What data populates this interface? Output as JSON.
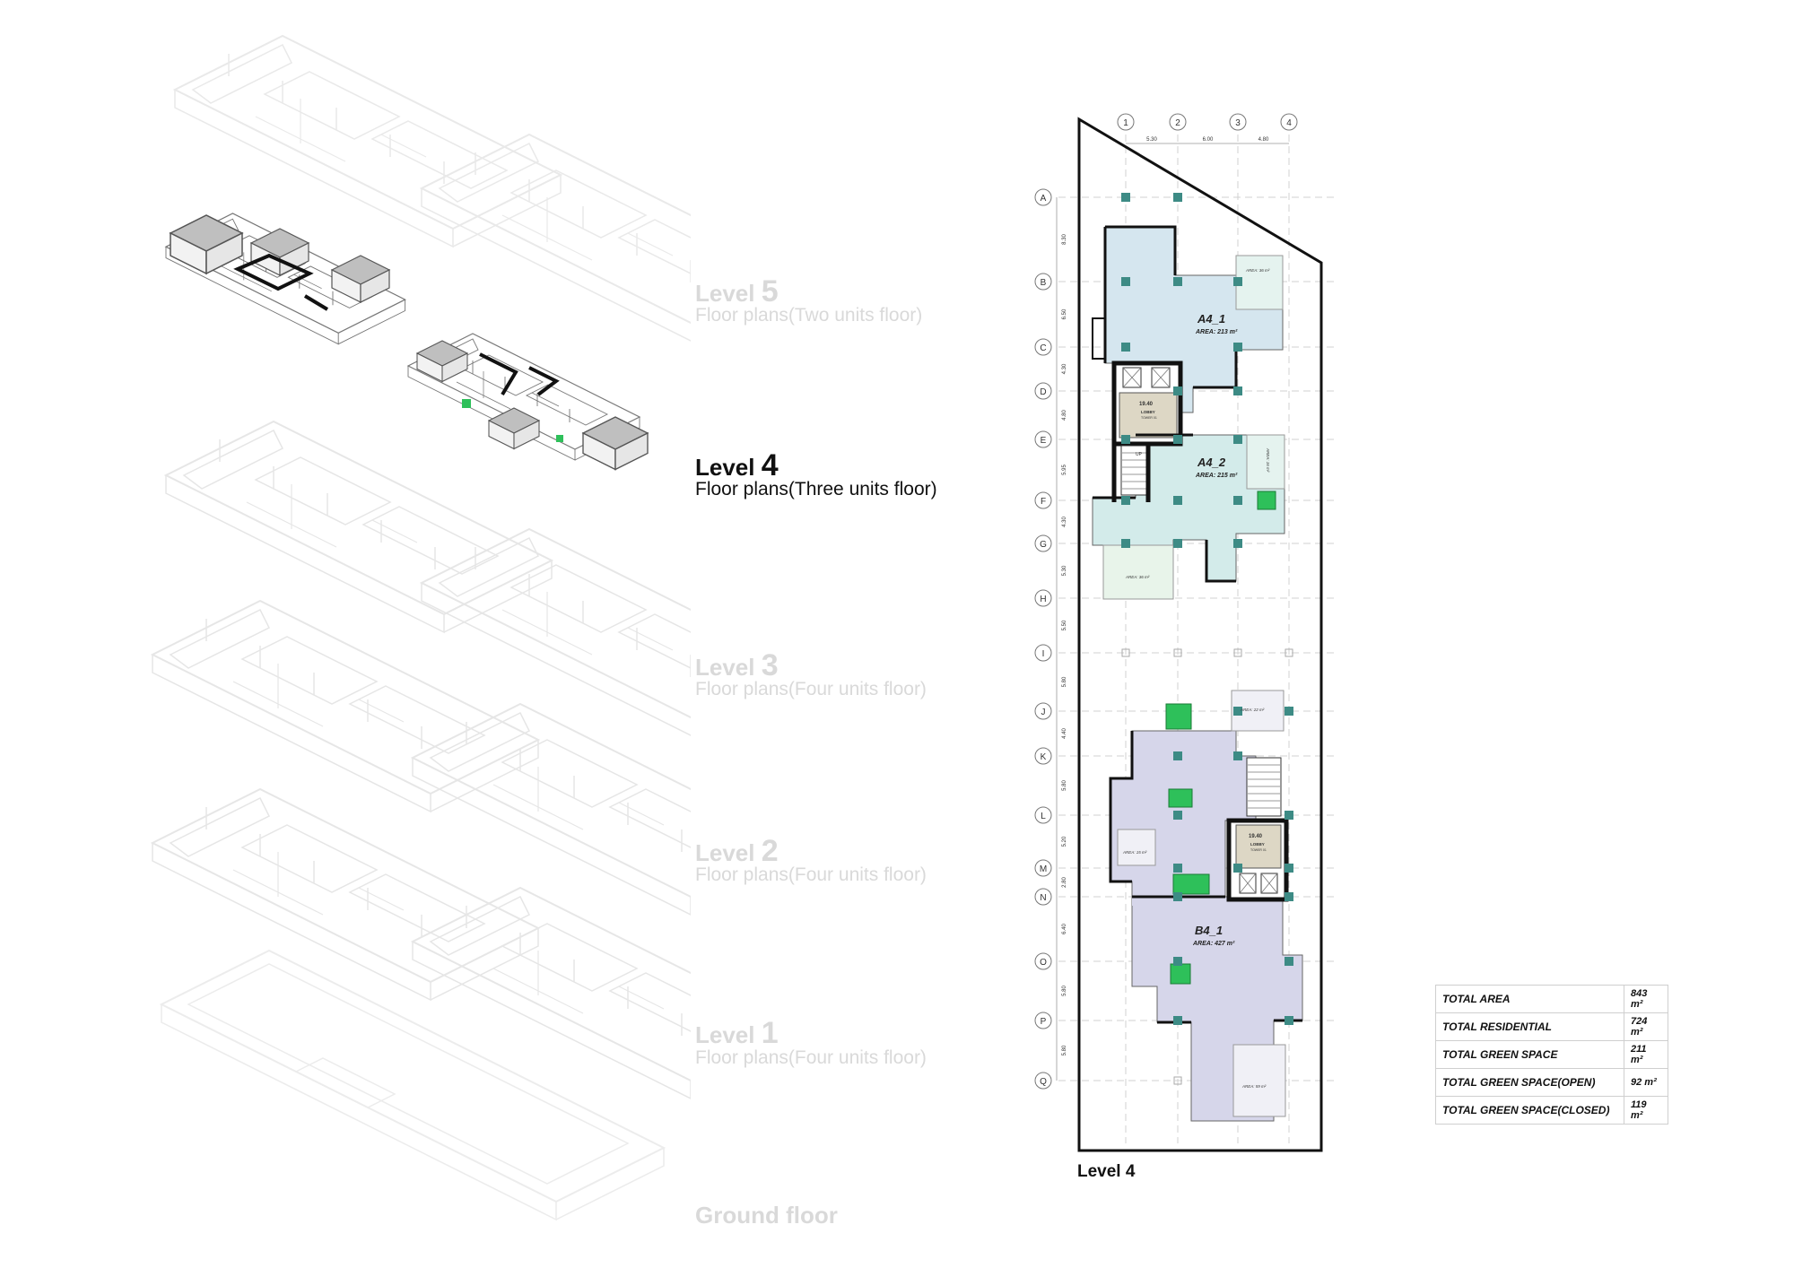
{
  "levels": [
    {
      "id": "level-5",
      "word": "Level",
      "num": "5",
      "subtitle": "Floor plans(Two units floor)",
      "active": false
    },
    {
      "id": "level-4",
      "word": "Level",
      "num": "4",
      "subtitle": "Floor plans(Three units floor)",
      "active": true
    },
    {
      "id": "level-3",
      "word": "Level",
      "num": "3",
      "subtitle": "Floor plans(Four units floor)",
      "active": false
    },
    {
      "id": "level-2",
      "word": "Level",
      "num": "2",
      "subtitle": "Floor plans(Four units floor)",
      "active": false
    },
    {
      "id": "level-1",
      "word": "Level",
      "num": "1",
      "subtitle": "Floor plans(Four units floor)",
      "active": false
    }
  ],
  "ground": {
    "label": "Ground floor"
  },
  "plan": {
    "caption": "Level 4",
    "columns": [
      "1",
      "2",
      "3",
      "4"
    ],
    "column_spacings": [
      "5.30",
      "6.00",
      "4.80"
    ],
    "rows": [
      "A",
      "B",
      "C",
      "D",
      "E",
      "F",
      "G",
      "H",
      "I",
      "J",
      "K",
      "L",
      "M",
      "N",
      "O",
      "P",
      "Q"
    ],
    "row_spacings": [
      "8.30",
      "6.50",
      "4.30",
      "4.80",
      "5.95",
      "4.30",
      "5.30",
      "5.50",
      "5.80",
      "4.40",
      "5.80",
      "5.20",
      "2.80",
      "6.40",
      "5.80",
      "5.80"
    ],
    "units": [
      {
        "name": "A4_1",
        "area": "AREA: 213 m²"
      },
      {
        "name": "A4_2",
        "area": "AREA: 215 m²"
      },
      {
        "name": "B4_1",
        "area": "AREA: 427 m²"
      }
    ],
    "small_areas": [
      {
        "id": "green-a1",
        "text": "AREA: 36 m²"
      },
      {
        "id": "green-a2-side",
        "text": "AREA: 16 m²"
      },
      {
        "id": "green-a2-bottom",
        "text": "AREA: 36 m²"
      },
      {
        "id": "green-b-top",
        "text": "AREA: 22 m²"
      },
      {
        "id": "green-b-left",
        "text": "AREA: 15 m²"
      },
      {
        "id": "green-b-bottom",
        "text": "AREA: 59 m²"
      }
    ],
    "lobbies": [
      {
        "id": "lobby-top",
        "elev": "19.40",
        "label": "LOBBY",
        "sub": "TOWER 01"
      },
      {
        "id": "lobby-bottom",
        "elev": "19.40",
        "label": "LOBBY",
        "sub": "TOWER 01"
      }
    ],
    "stair_label": "UP",
    "colors": {
      "unit_a1": "#d5e6ef",
      "unit_a2": "#d3ebea",
      "unit_b": "#d6d6ea",
      "green": "#2ec05a",
      "column": "#3d8b85",
      "lobby": "#ddd7c5"
    }
  },
  "stats": {
    "rows": [
      {
        "label": "TOTAL AREA",
        "value": "843 m²"
      },
      {
        "label": "TOTAL RESIDENTIAL",
        "value": "724 m²"
      },
      {
        "label": "TOTAL GREEN SPACE",
        "value": "211 m²"
      },
      {
        "label": "TOTAL GREEN SPACE(OPEN)",
        "value": "92 m²"
      },
      {
        "label": "TOTAL GREEN SPACE(CLOSED)",
        "value": "119 m²"
      }
    ]
  }
}
